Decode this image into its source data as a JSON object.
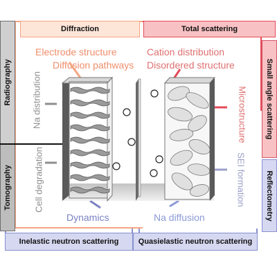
{
  "techniques": {
    "diffraction": "Diffraction",
    "total_scattering": "Total scattering",
    "radiography": "Radiography",
    "tomography": "Tomography",
    "small_angle_scattering": "Small angle scattering",
    "reflectometry": "Reflectometry",
    "inelastic_neutron_scattering": "Inelastic neutron scattering",
    "quasielastic_neutron_scattering": "Quasielastic neutron scattering"
  },
  "properties": {
    "electrode_structure": "Electrode structure",
    "diffusion_pathways": "Diffusion pathways",
    "cation_distribution": "Cation distribution",
    "disordered_structure": "Disordered structure",
    "na_distribution": "Na distribution",
    "cell_degradation": "Cell degradation",
    "microstructure": "Microstructure",
    "sei_formation": "SEI formation",
    "dynamics": "Dynamics",
    "na_diffusion": "Na diffusion"
  },
  "colors": {
    "diffraction": "#f4a582",
    "total_scattering": "#e34a57",
    "radiography": "#6e6e6e",
    "small_angle_scattering": "#d6566a",
    "reflectometry": "#8c8fd0",
    "inelastic": "#7c86c9",
    "diffraction_text": "#f08e6c",
    "total_text": "#e07070",
    "gray_text": "#8e8e8e",
    "blue_text": "#7c82c4"
  }
}
